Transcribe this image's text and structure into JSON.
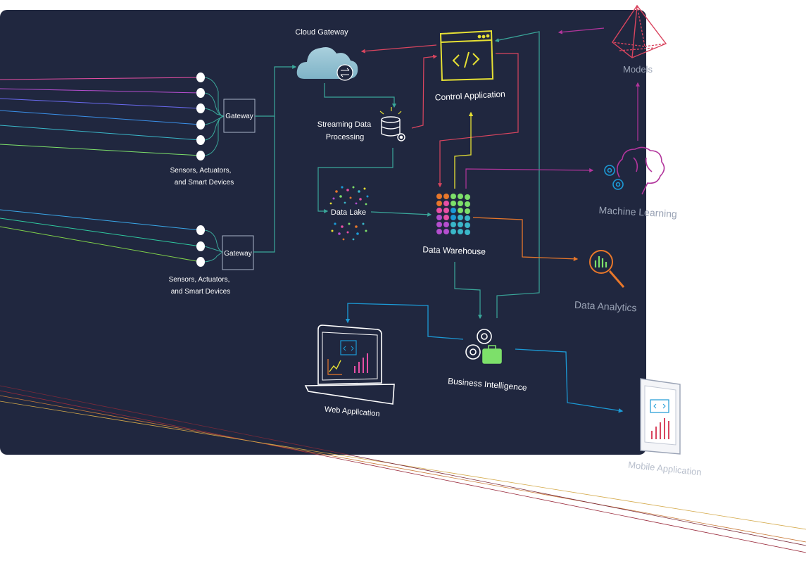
{
  "labels": {
    "cloud_gateway": "Cloud Gateway",
    "control_application": "Control Application",
    "models": "Models",
    "streaming_line1": "Streaming Data",
    "streaming_line2": "Processing",
    "gateway_top": "Gateway",
    "gateway_bottom": "Gateway",
    "sensors_top_line1": "Sensors, Actuators,",
    "sensors_top_line2": "and Smart Devices",
    "sensors_bottom_line1": "Sensors, Actuators,",
    "sensors_bottom_line2": "and Smart Devices",
    "data_lake": "Data Lake",
    "data_warehouse": "Data Warehouse",
    "machine_learning": "Machine Learning",
    "data_analytics": "Data Analytics",
    "business_intelligence": "Business Intelligence",
    "web_application": "Web Application",
    "mobile_application": "Mobile Application"
  },
  "colors": {
    "panel": "#20273f",
    "teal": "#3aa79a",
    "red": "#d9455f",
    "yellow": "#e6e034",
    "magenta": "#b2359c",
    "orange": "#e8772a",
    "blue": "#1c9ad6",
    "white": "#ffffff"
  },
  "icons": [
    "cloud-icon",
    "code-window-icon",
    "pyramid-icon",
    "database-gear-icon",
    "brain-gears-icon",
    "dot-grid-icon",
    "magnifier-chart-icon",
    "gears-briefcase-icon",
    "laptop-icon",
    "phone-icon"
  ]
}
